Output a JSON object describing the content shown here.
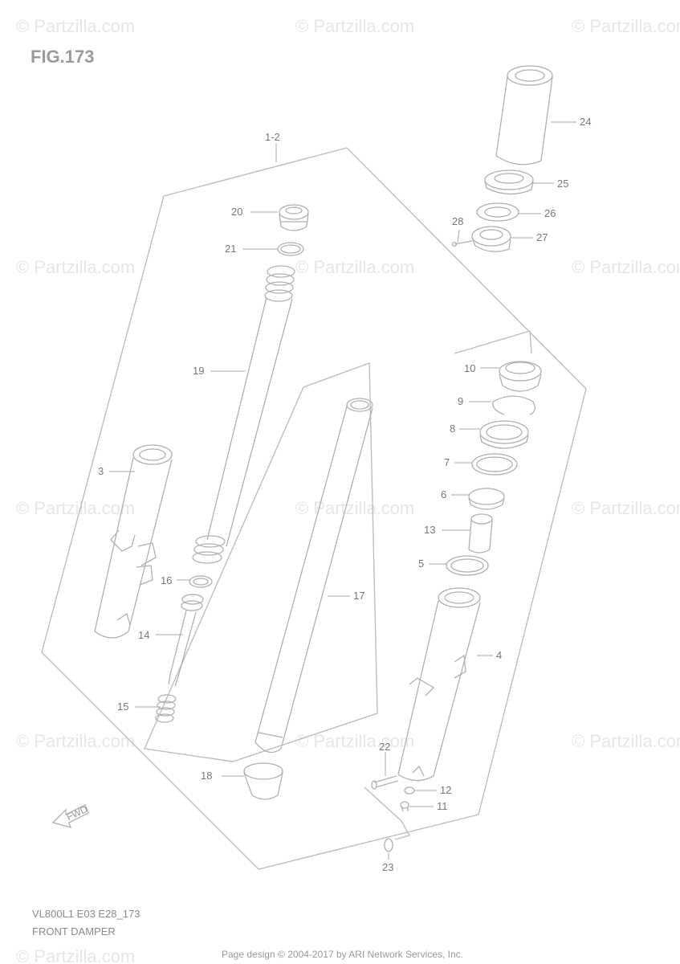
{
  "figure_label": "FIG.173",
  "model_code": "VL800L1 E03 E28_173",
  "diagram_title": "FRONT DAMPER",
  "footer": "Page design © 2004-2017 by ARI Network Services, Inc.",
  "watermark": "© Partzilla.com",
  "direction_icon_text": "FWD",
  "callouts": {
    "c1_2": "1-2",
    "c3": "3",
    "c4": "4",
    "c5": "5",
    "c6": "6",
    "c7": "7",
    "c8": "8",
    "c9": "9",
    "c10": "10",
    "c11": "11",
    "c12": "12",
    "c13": "13",
    "c14": "14",
    "c15": "15",
    "c16": "16",
    "c17": "17",
    "c18": "18",
    "c19": "19",
    "c20": "20",
    "c21": "21",
    "c22": "22",
    "c23": "23",
    "c24": "24",
    "c25": "25",
    "c26": "26",
    "c27": "27",
    "c28": "28"
  }
}
